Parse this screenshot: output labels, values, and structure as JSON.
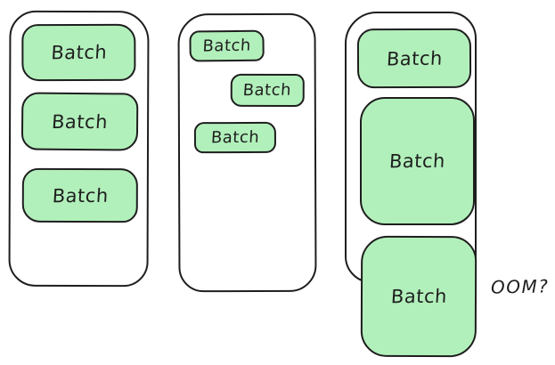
{
  "diagram": {
    "title_hint": "batching memory diagram",
    "colors": {
      "background": "#ffffff",
      "stroke": "#1e1e1e",
      "batch_fill": "#b2f0bb"
    },
    "containers": [
      {
        "id": "uniform-batches",
        "batches": [
          {
            "label": "Batch"
          },
          {
            "label": "Batch"
          },
          {
            "label": "Batch"
          }
        ]
      },
      {
        "id": "staggered-small-batches",
        "batches": [
          {
            "label": "Batch"
          },
          {
            "label": "Batch"
          },
          {
            "label": "Batch"
          }
        ]
      },
      {
        "id": "growing-batches-overflow",
        "batches": [
          {
            "label": "Batch"
          },
          {
            "label": "Batch"
          },
          {
            "label": "Batch"
          }
        ]
      }
    ],
    "annotation": {
      "oom_label": "OOM?"
    }
  }
}
